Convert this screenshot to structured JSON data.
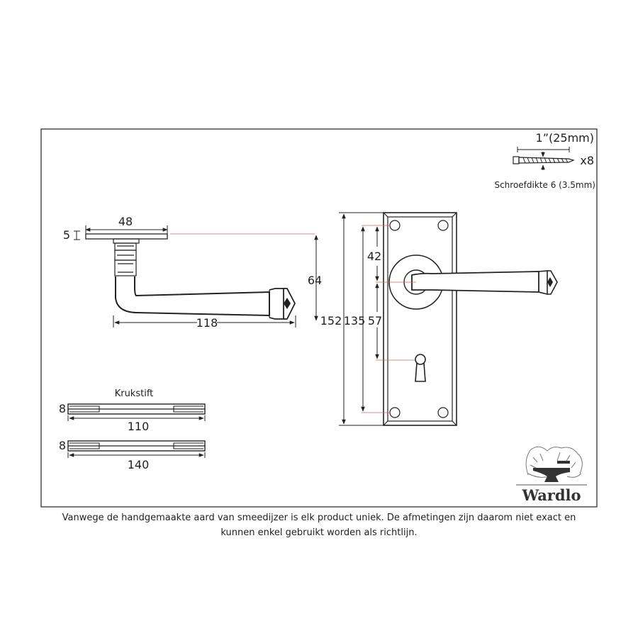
{
  "screw": {
    "length_label": "1”(25mm)",
    "count_label": "x8",
    "thickness_label": "Schroefdikte 6 (3.5mm)"
  },
  "lever": {
    "rose_width": "48",
    "rose_thickness": "5",
    "projection": "64",
    "length": "118"
  },
  "backplate": {
    "total_height": "152",
    "fixing_centres": "135",
    "top_to_spindle": "42",
    "spindle_to_keyhole": "57"
  },
  "spindles": {
    "title": "Krukstift",
    "items": [
      {
        "section": "8",
        "length": "110"
      },
      {
        "section": "8",
        "length": "140"
      }
    ]
  },
  "logo": {
    "brand": "Wardlo"
  },
  "caption": {
    "line1": "Vanwege de handgemaakte aard van smeedijzer is elk product uniek. De afmetingen zijn daarom niet exact en",
    "line2": "kunnen enkel gebruikt worden als richtlijn."
  }
}
